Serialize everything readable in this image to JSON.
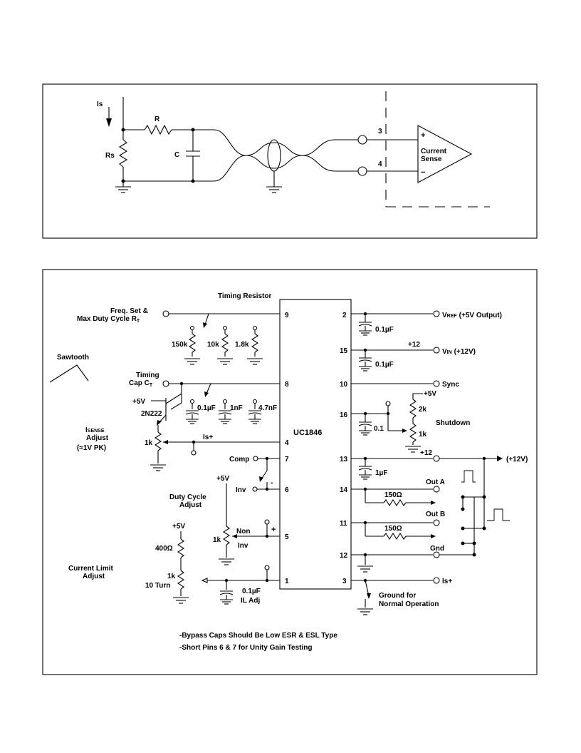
{
  "figure1": {
    "is_label": "Is",
    "r_label": "R",
    "rs_label": "Rs",
    "c_label": "C",
    "pin3": "3",
    "pin4": "4",
    "plus": "+",
    "minus": "−",
    "amp_label_1": "Current",
    "amp_label_2": "Sense"
  },
  "figure2": {
    "ic_name": "UC1846",
    "timing_resistor": "Timing Resistor",
    "freq_set_1": "Freq. Set &",
    "freq_set_2": "Max Duty Cycle R",
    "freq_set_sub": "T",
    "r150k": "150k",
    "r10k": "10k",
    "r18k": "1.8k",
    "sawtooth": "Sawtooth",
    "timing_cap_1": "Timing",
    "timing_cap_2": "Cap C",
    "timing_cap_sub": "T",
    "plus5v_a": "+5V",
    "transistor": "2N222",
    "c01uf_a": "0.1µF",
    "c1nf": "1nF",
    "c47nf": "4.7nF",
    "isense_1": "I",
    "isense_1b": "SENSE",
    "isense_2": "Adjust",
    "isense_3": "(≈1V PK)",
    "r1k_a": "1k",
    "is_plus_a": "Is+",
    "comp": "Comp",
    "inv": "Inv",
    "minus": "-",
    "plus": "+",
    "plus5v_b": "+5V",
    "duty_1": "Duty Cycle",
    "duty_2": "Adjust",
    "r1k_b": "1k",
    "non_inv_1": "Non",
    "non_inv_2": "Inv",
    "plus5v_c": "+5V",
    "r400": "400Ω",
    "current_limit_1": "Current Limit",
    "current_limit_2": "Adjust",
    "r1k_c": "1k",
    "ten_turn": "10 Turn",
    "c01uf_il": "0.1µF",
    "il_adj": "IL Adj",
    "pin9": "9",
    "pin8": "8",
    "pin4": "4",
    "pin7": "7",
    "pin6": "6",
    "pin5": "5",
    "pin1": "1",
    "pin2": "2",
    "pin15": "15",
    "pin10": "10",
    "pin16": "16",
    "pin13": "13",
    "pin14": "14",
    "pin11": "11",
    "pin12": "12",
    "pin3": "3",
    "vref_1": "V",
    "vref_sub": "REF",
    "vref_2": "(+5V Output)",
    "c01uf_b": "0.1µF",
    "plus12_a": "+12",
    "vin_1": "V",
    "vin_sub": "IN",
    "vin_2": "(+12V)",
    "c01uf_c": "0.1µF",
    "sync": "Sync",
    "plus5v_d": "+5V",
    "r2k": "2k",
    "shutdown": "Shutdown",
    "c01_d": "0.1",
    "r1k_d": "1k",
    "plus12_b": "+12",
    "plus12v_out": "(+12V)",
    "c1uf": "1µF",
    "out_a": "Out A",
    "r150_a": "150Ω",
    "out_b": "Out B",
    "r150_b": "150Ω",
    "gnd": "Gnd",
    "is_plus_b": "Is+",
    "ground_note_1": "Ground for",
    "ground_note_2": "Normal Operation",
    "note1": "-Bypass Caps Should Be Low ESR & ESL Type",
    "note2": "-Short Pins 6 & 7 for Unity Gain Testing"
  }
}
